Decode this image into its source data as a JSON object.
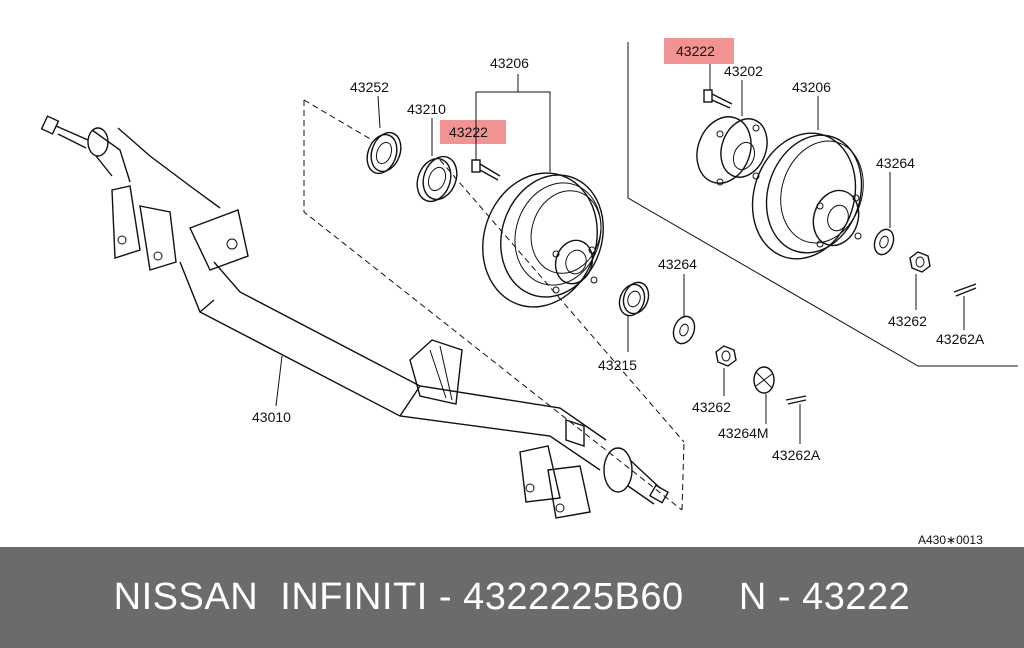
{
  "diagram": {
    "labels": {
      "p43252": "43252",
      "p43210": "43210",
      "p43206_left": "43206",
      "p43222_left": "43222",
      "p43222_right": "43222",
      "p43202": "43202",
      "p43206_right": "43206",
      "p43264_right": "43264",
      "p43262_right": "43262",
      "p43262A_right": "43262A",
      "p43264_mid": "43264",
      "p43215": "43215",
      "p43262_mid": "43262",
      "p43264M": "43264M",
      "p43262A_mid": "43262A",
      "p43010": "43010"
    },
    "drawing_code": "A430∗0013",
    "highlight_color": "#f08080"
  },
  "footer": {
    "brand": "NISSAN  INFINITI - 4322225B60",
    "part_ref": "N - 43222",
    "background": "#6b6b6b"
  }
}
